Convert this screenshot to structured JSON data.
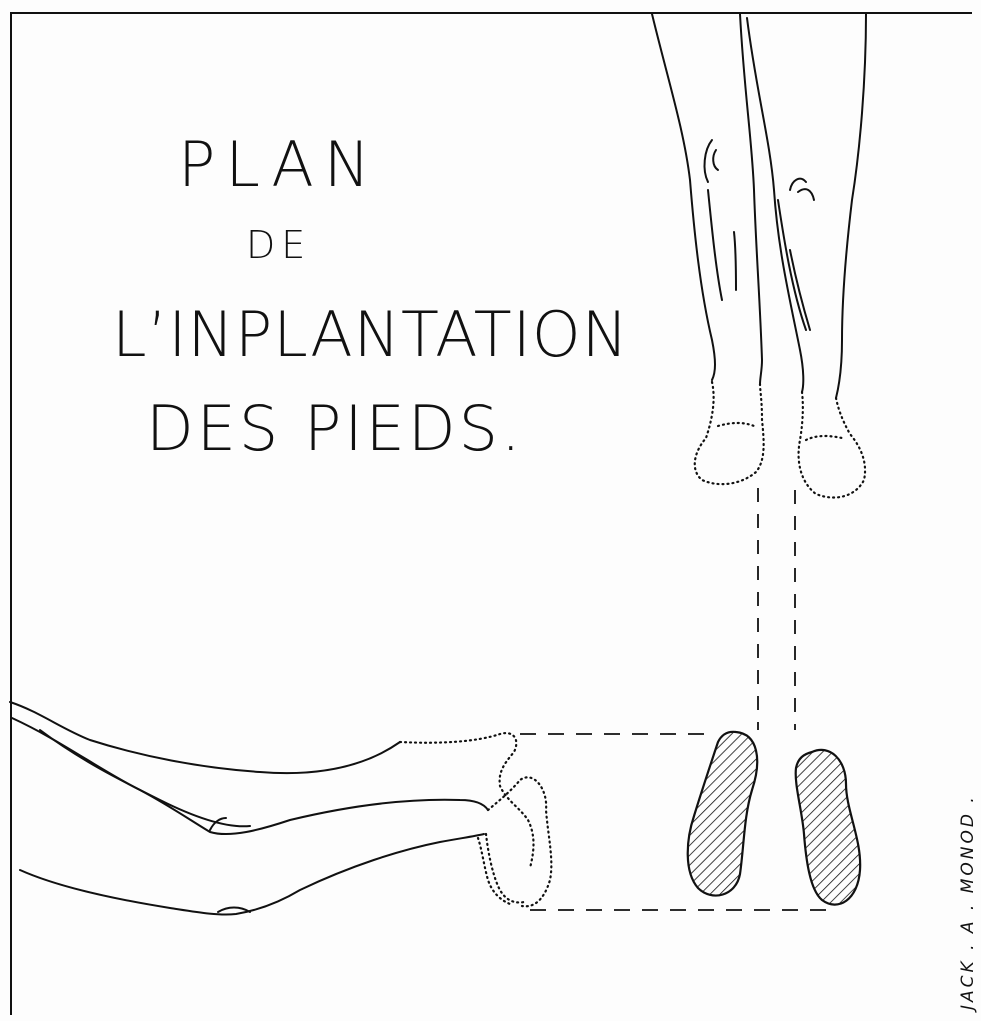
{
  "title": {
    "line1": "PLAN",
    "line2": "DE",
    "line3": "L’INPLANTATION",
    "line4": "DES PIEDS."
  },
  "signature": "JACK . A . MONOD .",
  "colors": {
    "ink": "#111111",
    "paper": "#fdfdfd"
  }
}
